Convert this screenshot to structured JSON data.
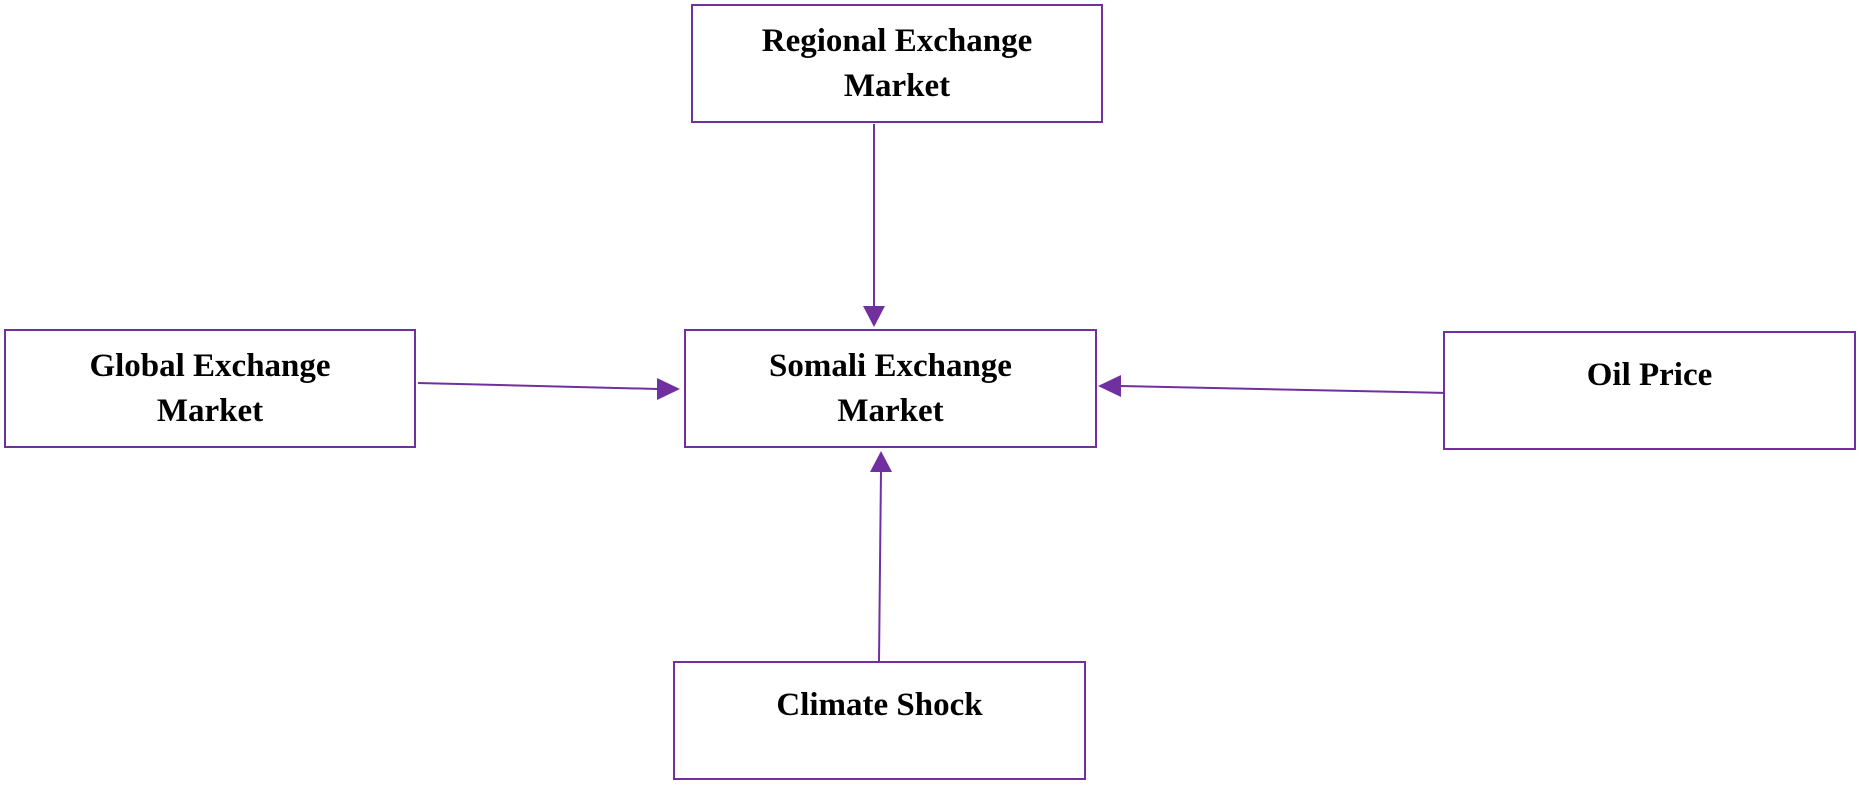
{
  "diagram": {
    "accent_color": "#7030a0",
    "nodes": {
      "regional": "Regional Exchange\nMarket",
      "global": "Global Exchange\nMarket",
      "somali": "Somali Exchange\nMarket",
      "oil": "Oil Price",
      "climate": "Climate Shock"
    },
    "edges": [
      {
        "from": "regional",
        "to": "somali"
      },
      {
        "from": "global",
        "to": "somali"
      },
      {
        "from": "oil",
        "to": "somali"
      },
      {
        "from": "climate",
        "to": "somali"
      }
    ]
  }
}
